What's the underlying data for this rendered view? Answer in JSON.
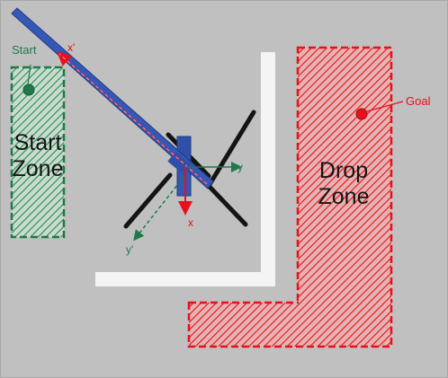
{
  "labels": {
    "start": "Start",
    "start_zone_line1": "Start",
    "start_zone_line2": "Zone",
    "goal": "Goal",
    "drop_zone_line1": "Drop",
    "drop_zone_line2": "Zone",
    "axis_x": "x",
    "axis_y": "y",
    "axis_x_prime": "x'",
    "axis_y_prime": "y'"
  },
  "colors": {
    "background": "#c0c0c0",
    "start_zone": "#1e7a48",
    "drop_zone": "#e8101b",
    "wall": "#f4f4f4",
    "arm": "#3558b7",
    "rotor": "#141414",
    "axis_red": "#e8101b",
    "axis_green": "#1e7a48"
  }
}
